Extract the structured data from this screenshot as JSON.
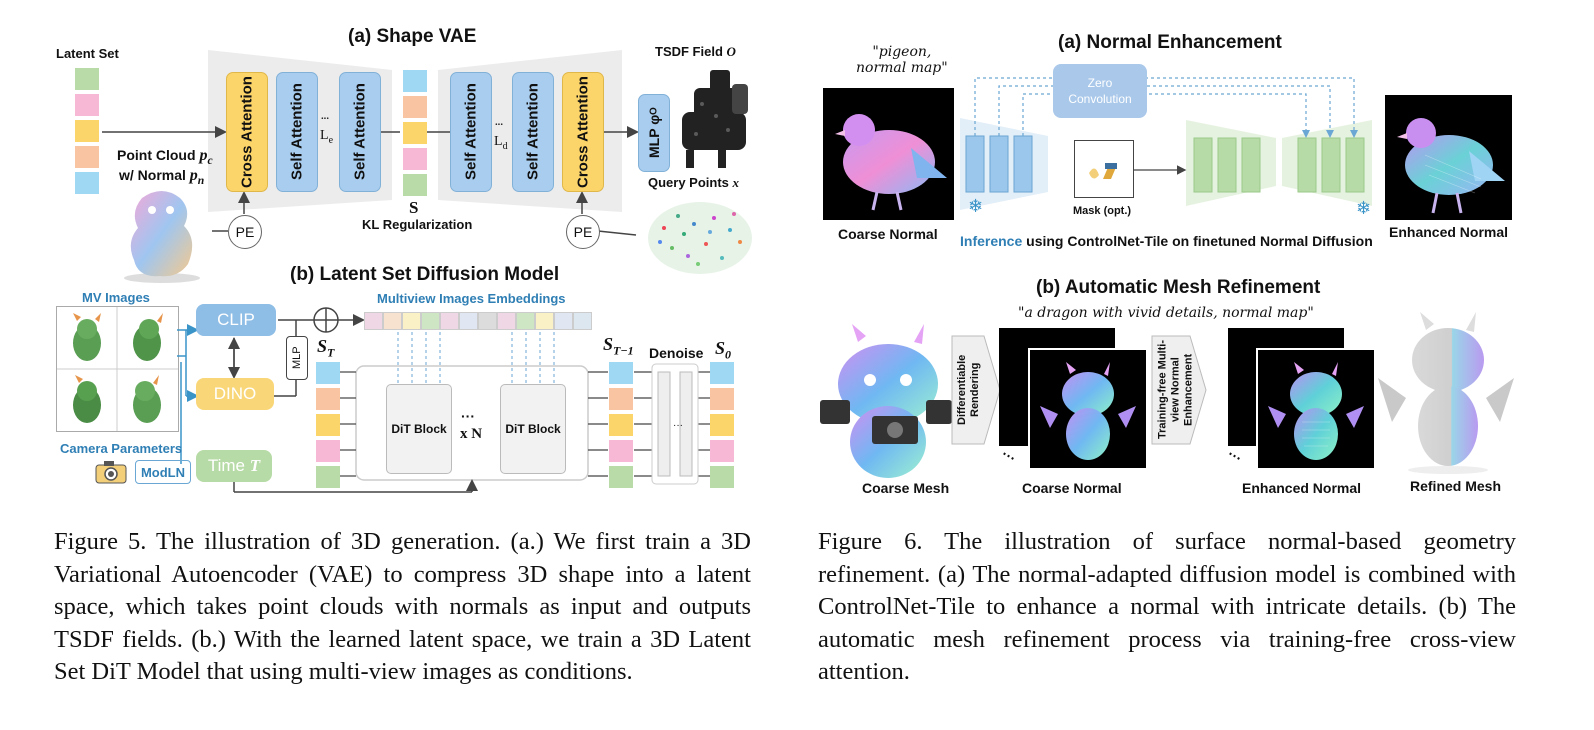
{
  "fig5": {
    "title_a": "(a) Shape VAE",
    "title_b": "(b) Latent Set Diffusion Model",
    "latent_set": "Latent Set",
    "point_cloud_line1": "Point Cloud",
    "point_cloud_var1": "p",
    "point_cloud_sub1": "c",
    "point_cloud_line2": "w/ Normal",
    "point_cloud_var2": "p",
    "point_cloud_sub2": "n",
    "cross_attention": "Cross Attention",
    "self_attention": "Self Attention",
    "dots": "···",
    "L_e": "L",
    "L_e_sub": "e",
    "L_d": "L",
    "L_d_sub": "d",
    "S": "S",
    "kl": "KL Regularization",
    "mlp_phi": "MLP φ",
    "mlp_phi_sub": "O",
    "tsdf": "TSDF Field",
    "tsdf_var": "O",
    "query_points": "Query Points",
    "query_var": "x",
    "pe": "PE",
    "mv_images": "MV Images",
    "clip": "CLIP",
    "dino": "DINO",
    "mlp": "MLP",
    "mv_embeddings": "Multiview Images Embeddings",
    "camera_params": "Camera Parameters",
    "modln": "ModLN",
    "time": "Time",
    "time_var": "T",
    "s_T": "S",
    "s_T_sub": "T",
    "s_T1": "S",
    "s_T1_sub": "T−1",
    "denoise": "Denoise",
    "s_0": "S",
    "s_0_sub": "0",
    "dit_block": "DiT Block",
    "xN": "x N",
    "caption": "Figure 5. The illustration of 3D generation. (a.) We first train a 3D Variational Autoencoder (VAE) to compress 3D shape into a latent space, which takes point clouds with normals as input and outputs TSDF fields. (b.) With the learned latent space, we train a 3D Latent Set DiT Model that using multi-view images as conditions."
  },
  "fig6": {
    "title_a": "(a) Normal Enhancement",
    "title_b": "(b) Automatic Mesh Refinement",
    "prompt_a_line1": "\"pigeon,",
    "prompt_a_line2": "normal map\"",
    "zero_conv_line1": "Zero",
    "zero_conv_line2": "Convolution",
    "mask": "Mask (opt.)",
    "coarse_normal": "Coarse Normal",
    "inference_word": "Inference",
    "inference_rest": " using ControlNet-Tile on finetuned Normal Diffusion",
    "enhanced_normal": "Enhanced Normal",
    "prompt_b": "\"a dragon with vivid details, normal map\"",
    "diff_rendering": "Differentiable Rendering",
    "training_free": "Training-free Multi-view Normal Enhancement",
    "coarse_mesh": "Coarse Mesh",
    "coarse_normal_b": "Coarse Normal",
    "enhanced_normal_b": "Enhanced Normal",
    "refined_mesh": "Refined Mesh",
    "caption": "Figure 6. The illustration of surface normal-based geometry refinement. (a) The normal-adapted diffusion model is combined with ControlNet-Tile to enhance a normal with intricate details. (b) The automatic mesh refinement process via training-free cross-view attention."
  },
  "colors": {
    "yellow": "#fcd56a",
    "blue": "#a9cdee",
    "green": "#b9dba8",
    "pink": "#f6b8d4",
    "peach": "#f8c4a2",
    "cyan": "#9ed8f2",
    "clip_blue": "#8ebde6",
    "dino_yellow": "#f9d779",
    "time_green": "#b7dba6",
    "accent_blue": "#2f7fb5"
  }
}
